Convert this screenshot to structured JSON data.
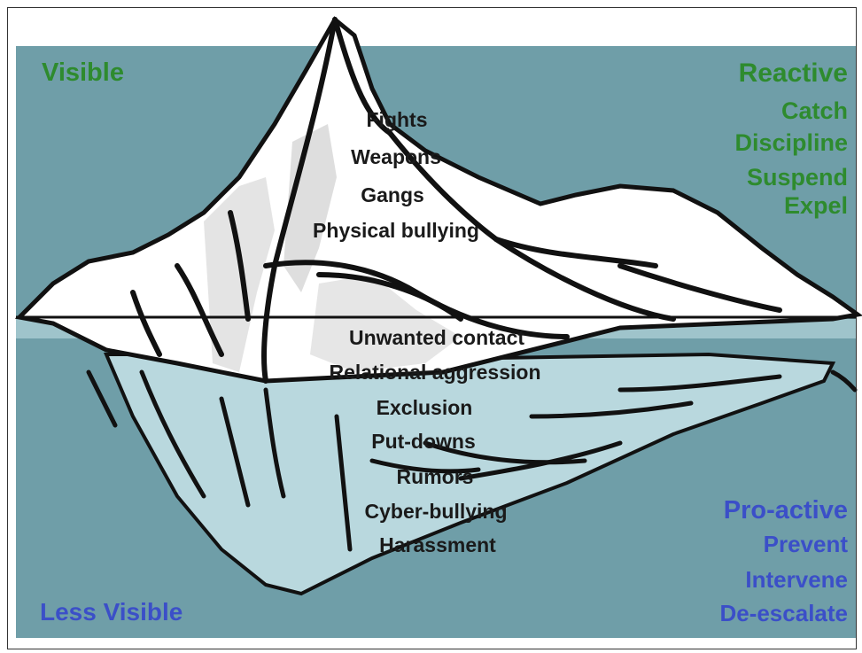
{
  "left": {
    "top_label": "Visible",
    "bottom_label": "Less Visible"
  },
  "right": {
    "reactive": {
      "heading": "Reactive",
      "items": [
        "Catch",
        "Discipline",
        "Suspend",
        "Expel"
      ]
    },
    "proactive": {
      "heading": "Pro-active",
      "items": [
        "Prevent",
        "Intervene",
        "De-escalate"
      ]
    }
  },
  "above_water_items": [
    "Fights",
    "Weapons",
    "Gangs",
    "Physical bullying"
  ],
  "below_water_items": [
    "Unwanted contact",
    "Relational aggression",
    "Exclusion",
    "Put-downs",
    "Rumors",
    "Cyber-bullying",
    "Harassment"
  ],
  "colors": {
    "water": "#6f9ea8",
    "ice_above": "#ffffff",
    "ice_below": "#b9d8de",
    "reactive_green": "#2e8b2e",
    "proactive_blue": "#3b4fc8"
  }
}
